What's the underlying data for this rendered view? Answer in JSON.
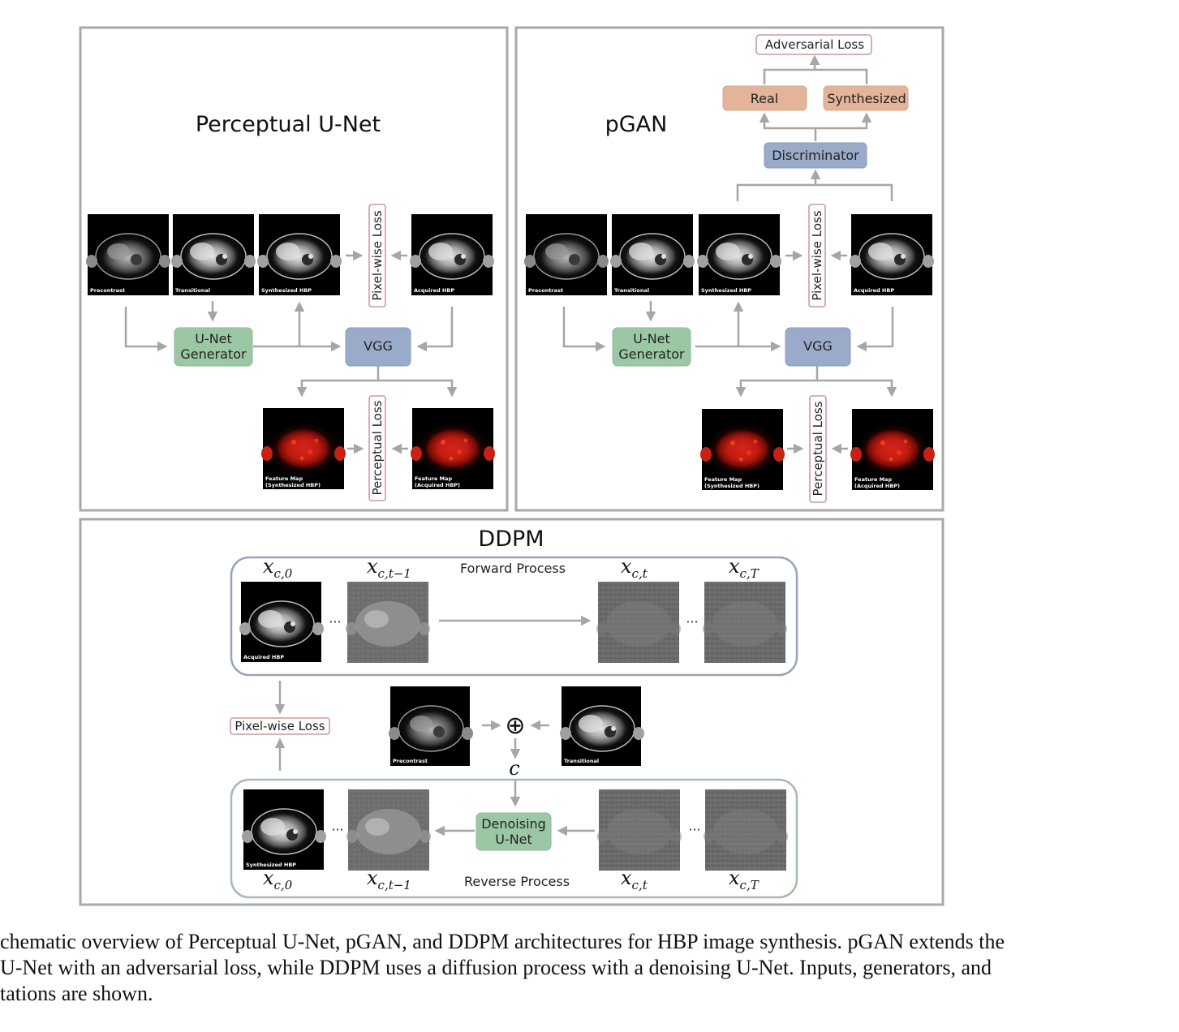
{
  "panels": {
    "unet": {
      "title": "Perceptual U-Net",
      "images": [
        "Precontrast",
        "Transitional",
        "Synthesized HBP",
        "Acquired HBP"
      ],
      "generator": [
        "U-Net",
        "Generator"
      ],
      "vgg": "VGG",
      "pixel_loss": "Pixel-wise Loss",
      "perceptual_loss": "Perceptual Loss",
      "feature_maps": [
        [
          "Feature Map",
          "(Synthesized HBP)"
        ],
        [
          "Feature Map",
          "(Acquired HBP)"
        ]
      ]
    },
    "pgan": {
      "title": "pGAN",
      "images": [
        "Precontrast",
        "Transitional",
        "Synthesized HBP",
        "Acquired HBP"
      ],
      "generator": [
        "U-Net",
        "Generator"
      ],
      "vgg": "VGG",
      "discriminator": "Discriminator",
      "real": "Real",
      "synthesized": "Synthesized",
      "adversarial_loss": "Adversarial Loss",
      "pixel_loss": "Pixel-wise Loss",
      "perceptual_loss": "Perceptual Loss",
      "feature_maps": [
        [
          "Feature Map",
          "(Synthesized HBP)"
        ],
        [
          "Feature Map",
          "(Acquired HBP)"
        ]
      ]
    },
    "ddpm": {
      "title": "DDPM",
      "forward_process": "Forward Process",
      "reverse_process": "Reverse Process",
      "denoising": [
        "Denoising",
        "U-Net"
      ],
      "pixel_loss": "Pixel-wise Loss",
      "ellipsis": "···",
      "oplus": "⊕",
      "condition": "c",
      "x": "x",
      "subs": [
        "c,0",
        "c,t−1",
        "c,t",
        "c,T"
      ],
      "img_acquired": "Acquired HBP",
      "img_synth": "Synthesized HBP",
      "img_pre": "Precontrast",
      "img_trans": "Transitional"
    }
  },
  "caption": "chematic overview of Perceptual U-Net, pGAN, and DDPM architectures for HBP image synthesis. pGAN extends the\nU-Net with an adversarial loss, while DDPM uses a diffusion process with a denoising U-Net. Inputs, generators, and\ntations are shown.",
  "colors": {
    "generator": "#9cc7a4",
    "vgg": "#9aabca",
    "real_synth": "#e3b49a",
    "arrow": "#a6a6a6",
    "panel_border": "#a8a8a8"
  }
}
